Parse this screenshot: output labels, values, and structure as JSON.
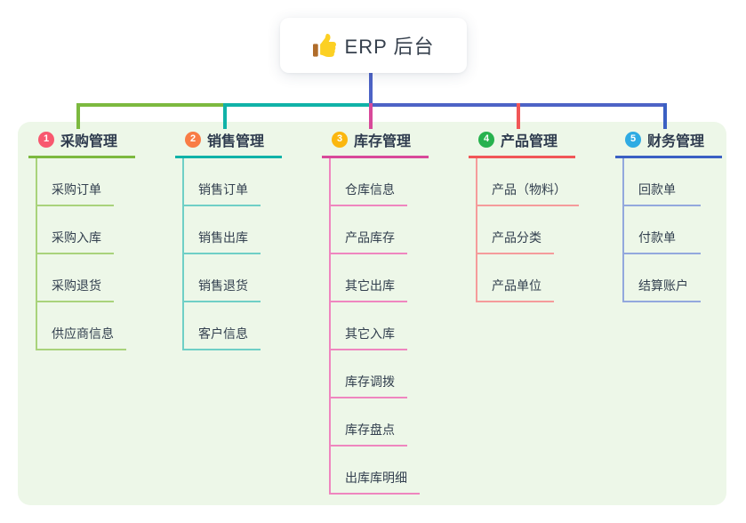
{
  "root": {
    "title": "ERP 后台",
    "icon": "thumbs-up-icon"
  },
  "colors": {
    "page_bg": "#ffffff",
    "panel_bg": "#edf7e8",
    "stem_blue": "#4d63c6",
    "title_text": "#36404d",
    "node_text": "#2e3b4e"
  },
  "branches": [
    {
      "index": "1",
      "label": "采购管理",
      "badge_color": "#f8586f",
      "line_color": "#7cb93f",
      "child_line_color": "#a9d37b",
      "children": [
        "采购订单",
        "采购入库",
        "采购退货",
        "供应商信息"
      ]
    },
    {
      "index": "2",
      "label": "销售管理",
      "badge_color": "#f97c45",
      "line_color": "#10b2a8",
      "child_line_color": "#6fcfc6",
      "children": [
        "销售订单",
        "销售出库",
        "销售退货",
        "客户信息"
      ]
    },
    {
      "index": "3",
      "label": "库存管理",
      "badge_color": "#fbb70f",
      "line_color": "#d8499a",
      "child_line_color": "#ef86bf",
      "children": [
        "仓库信息",
        "产品库存",
        "其它出库",
        "其它入库",
        "库存调拨",
        "库存盘点",
        "出库库明细"
      ]
    },
    {
      "index": "4",
      "label": "产品管理",
      "badge_color": "#27b24e",
      "line_color": "#f15657",
      "child_line_color": "#f59b9b",
      "children": [
        "产品（物料）",
        "产品分类",
        "产品单位"
      ]
    },
    {
      "index": "5",
      "label": "财务管理",
      "badge_color": "#2fabe3",
      "line_color": "#3b60c3",
      "child_line_color": "#93a8dd",
      "children": [
        "回款单",
        "付款单",
        "结算账户"
      ]
    }
  ]
}
